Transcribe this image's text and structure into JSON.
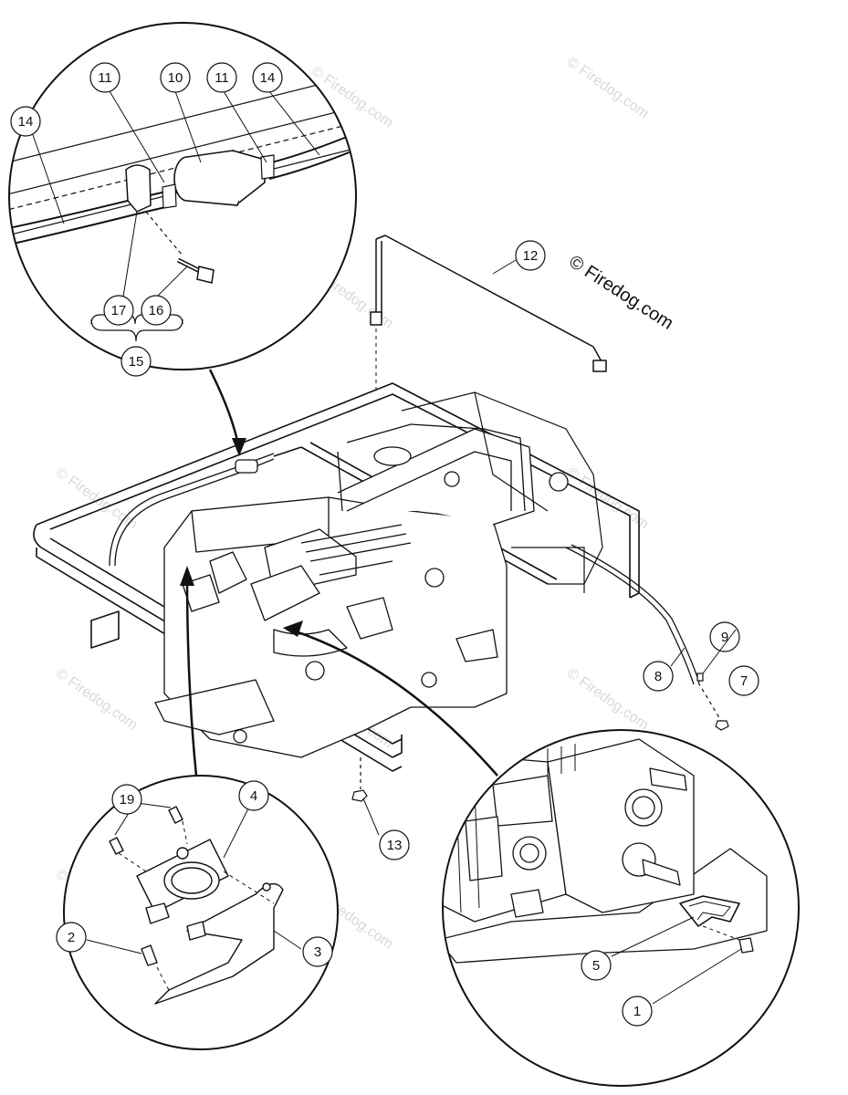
{
  "diagram": {
    "copyright": "© Firedog.com",
    "watermark_text": "© Firedog.com",
    "callouts": {
      "c1": "1",
      "c2": "2",
      "c3": "3",
      "c4": "4",
      "c5": "5",
      "c7": "7",
      "c8": "8",
      "c9": "9",
      "c10": "10",
      "c11a": "11",
      "c11b": "11",
      "c12": "12",
      "c13": "13",
      "c14a": "14",
      "c14b": "14",
      "c15": "15",
      "c16": "16",
      "c17": "17",
      "c19": "19"
    }
  },
  "colors": {
    "line": "#111111",
    "watermark": "#d9d9d9",
    "background": "#ffffff"
  }
}
